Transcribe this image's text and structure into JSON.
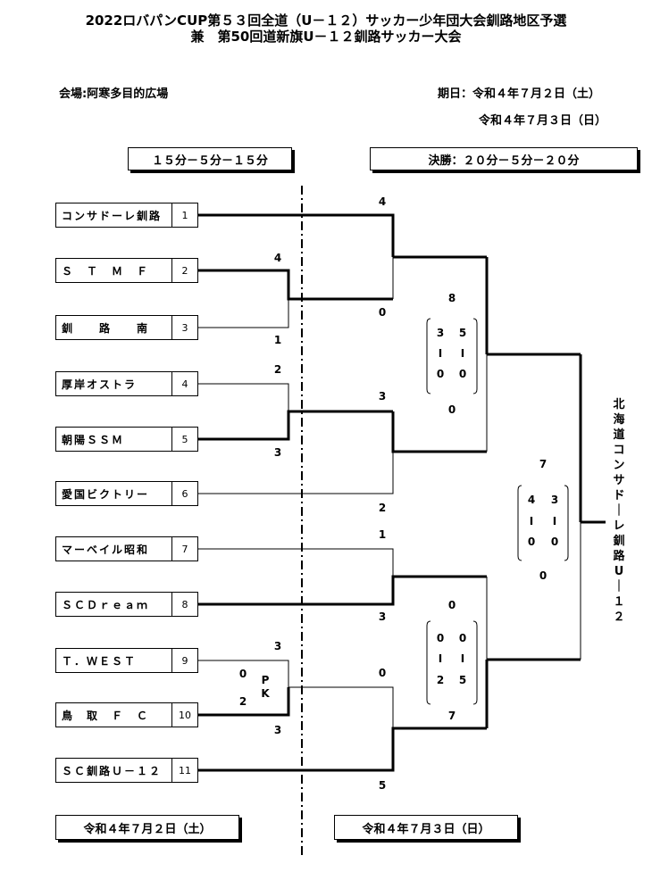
{
  "header": {
    "line1": "2022ロバパンCUP第５３回全道（U－１２）サッカー少年団大会釧路地区予選",
    "line2": "兼　第50回道新旗U－１２釧路サッカー大会"
  },
  "venue": "会場:阿寒多目的広場",
  "dates": {
    "line1": "期日：令和４年７月２日（土）",
    "line2": "令和４年７月３日（日）"
  },
  "format": {
    "left": "１５分－５分－１５分",
    "right": "決勝：２０分－５分－２０分"
  },
  "footer": {
    "left": "令和４年７月２日（土）",
    "right": "令和４年７月３日（日）"
  },
  "teams": [
    {
      "name": "コンサドーレ釧路",
      "no": "1"
    },
    {
      "name": "Ｓ　Ｔ　Ｍ　Ｆ",
      "no": "2"
    },
    {
      "name": "釧　　路　　南",
      "no": "3"
    },
    {
      "name": "厚岸オストラ",
      "no": "4"
    },
    {
      "name": "朝陽ＳＳＭ",
      "no": "5"
    },
    {
      "name": "愛国ビクトリー",
      "no": "6"
    },
    {
      "name": "マーベイル昭和",
      "no": "7"
    },
    {
      "name": "ＳＣＤｒｅａｍ",
      "no": "8"
    },
    {
      "name": "Ｔ．ＷＥＳＴ",
      "no": "9"
    },
    {
      "name": "鳥　取　Ｆ　Ｃ",
      "no": "10"
    },
    {
      "name": "ＳＣ釧路Ｕ－１２",
      "no": "11"
    }
  ],
  "scores": {
    "r1_2v3": {
      "a": "4",
      "b": "1"
    },
    "r1_4v5": {
      "a": "2",
      "b": "3"
    },
    "r1_9v10": {
      "a": "3",
      "b": "3",
      "pk_a": "0",
      "pk_b": "2",
      "pk_label": "P\nK"
    },
    "qf_1": {
      "a": "4",
      "b": "0"
    },
    "qf_2": {
      "a": "3",
      "b": "2"
    },
    "qf_3": {
      "a": "1",
      "b": "3"
    },
    "qf_4": {
      "a": "0",
      "b": "5"
    },
    "sf_1": {
      "top": "8",
      "h1a": "3",
      "h1b": "5",
      "h2a": "0",
      "h2b": "0",
      "bottom": "0"
    },
    "sf_2": {
      "top": "0",
      "h1a": "0",
      "h1b": "0",
      "h2a": "2",
      "h2b": "5",
      "bottom": "7"
    },
    "final": {
      "top": "7",
      "h1a": "4",
      "h1b": "3",
      "h2a": "0",
      "h2b": "0",
      "bottom": "0"
    }
  },
  "dash": "I",
  "champion": [
    "北",
    "海",
    "道",
    "コ",
    "ン",
    "サ",
    "ド",
    "｜",
    "レ",
    "釧",
    "路",
    "U",
    "｜",
    "１",
    "２"
  ]
}
